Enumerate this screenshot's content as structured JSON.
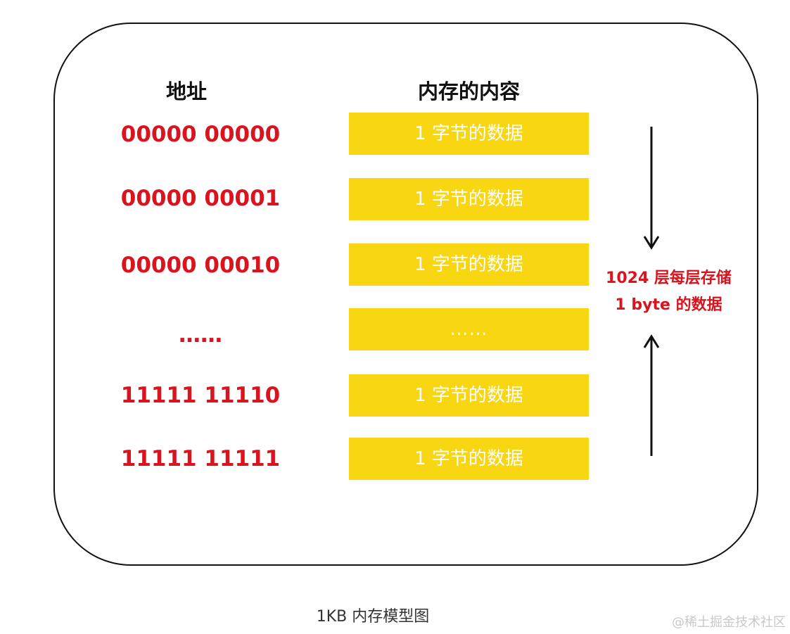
{
  "headers": {
    "address": "地址",
    "content": "内存的内容"
  },
  "rows": [
    {
      "address": "00000 00000",
      "content": "1 字节的数据"
    },
    {
      "address": "00000 00001",
      "content": "1 字节的数据"
    },
    {
      "address": "00000 00010",
      "content": "1 字节的数据"
    },
    {
      "address": "……",
      "content": "……"
    },
    {
      "address": "11111 11110",
      "content": "1 字节的数据"
    },
    {
      "address": "11111 11111",
      "content": "1 字节的数据"
    }
  ],
  "annotation": {
    "line1": "1024 层每层存储",
    "line2": "1 byte 的数据"
  },
  "caption": "1KB 内存模型图",
  "watermark": "@稀土掘金技术社区",
  "colors": {
    "address_text": "#d9141f",
    "cell_fill": "#f8d611",
    "cell_text": "#ffffff",
    "frame_border": "#111111"
  }
}
